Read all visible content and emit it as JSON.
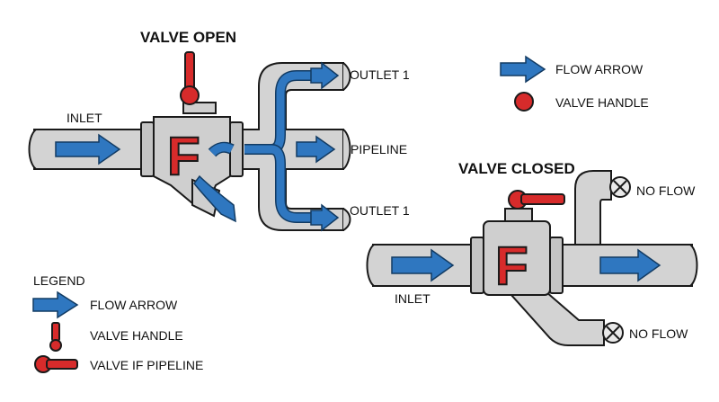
{
  "colors": {
    "pipe": "#d3d3d3",
    "flow": "#2f77c0",
    "handle": "#d72b2b",
    "outline": "#1a1a1a"
  },
  "open_valve": {
    "title": "VALVE OPEN",
    "inlet_label": "INLET",
    "outlet_top_label": "OUTLET 1",
    "pipeline_label": "PIPELINE",
    "outlet_bottom_label": "OUTLET 1",
    "body_letter": "F"
  },
  "closed_valve": {
    "title": "VALVE CLOSED",
    "inlet_label": "INLET",
    "no_flow_top_label": "NO FLOW",
    "no_flow_bottom_label": "NO FLOW",
    "body_letter": "F"
  },
  "legend_top": {
    "flow_arrow_label": "FLOW ARROW",
    "valve_handle_label": "VALVE HANDLE"
  },
  "legend": {
    "title": "LEGEND",
    "flow_arrow_label": "FLOW ARROW",
    "valve_handle_label": "VALVE HANDLE",
    "valve_pipeline_label": "VALVE IF PIPELINE"
  }
}
